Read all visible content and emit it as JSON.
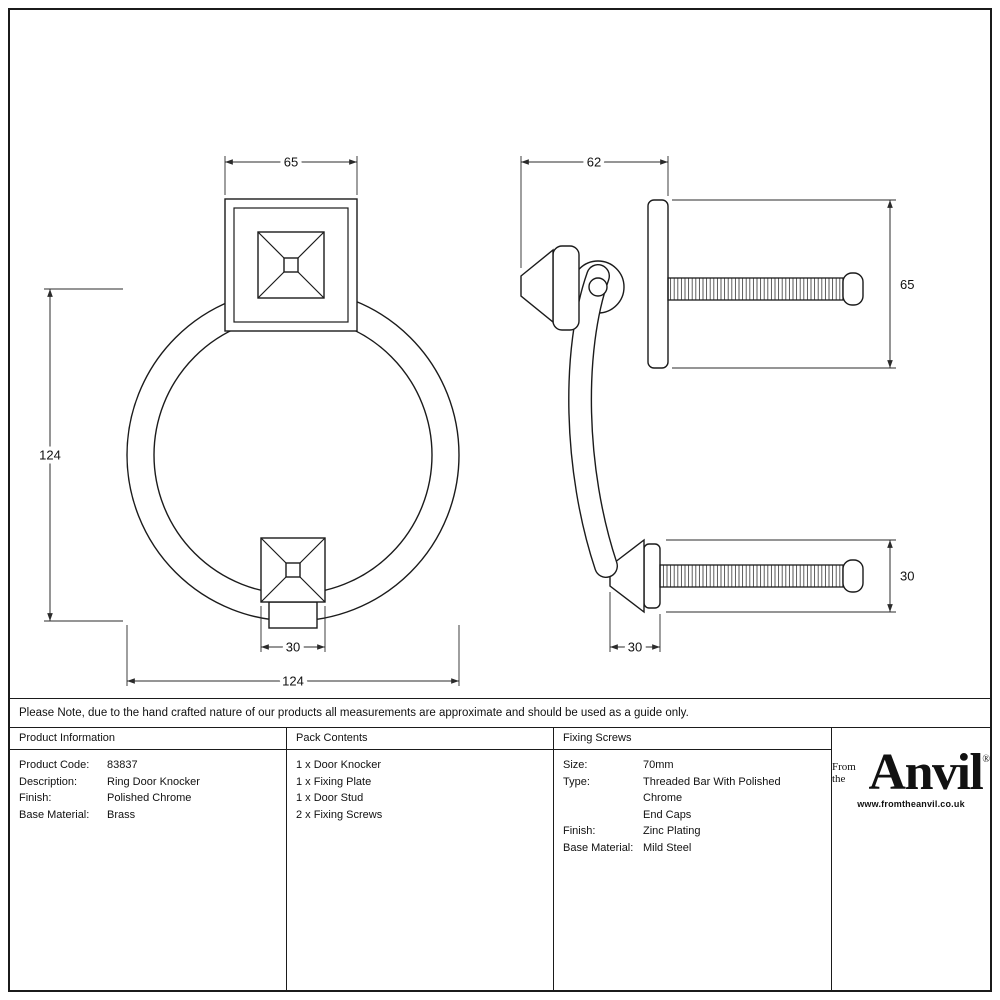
{
  "note": "Please Note, due to the hand crafted nature of our products all measurements are approximate and should be used as a guide only.",
  "drawings": {
    "front": {
      "dim_top": "65",
      "dim_height": "124",
      "dim_stud": "30",
      "dim_width": "124"
    },
    "side": {
      "dim_top": "62",
      "dim_plate_height": "65",
      "dim_stud_height": "30",
      "dim_depth": "30"
    }
  },
  "table": {
    "product_information": {
      "header": "Product Information",
      "rows": [
        {
          "label": "Product Code:",
          "value": "83837"
        },
        {
          "label": "Description:",
          "value": "Ring Door Knocker"
        },
        {
          "label": "Finish:",
          "value": "Polished Chrome"
        },
        {
          "label": "Base Material:",
          "value": "Brass"
        }
      ]
    },
    "pack_contents": {
      "header": "Pack Contents",
      "items": [
        "1 x Door Knocker",
        "1 x Fixing Plate",
        "1 x Door Stud",
        "2 x Fixing Screws"
      ]
    },
    "fixing_screws": {
      "header": "Fixing Screws",
      "rows": [
        {
          "label": "Size:",
          "value": "70mm"
        },
        {
          "label": "Type:",
          "value": "Threaded Bar With Polished Chrome"
        },
        {
          "label": "",
          "value": "End Caps"
        },
        {
          "label": "Finish:",
          "value": "Zinc Plating"
        },
        {
          "label": "Base Material:",
          "value": "Mild Steel"
        }
      ]
    }
  },
  "brand": {
    "prefix": "From the",
    "name": "Anvil",
    "registered": "®",
    "website": "www.fromtheanvil.co.uk"
  }
}
